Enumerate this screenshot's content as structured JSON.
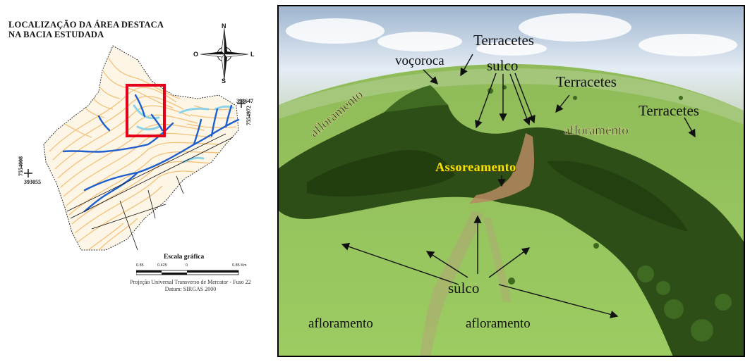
{
  "map": {
    "title_line1": "LOCALIZAÇÃO DA ÁREA DESTACA",
    "title_line2": "NA BACIA ESTUDADA",
    "compass": {
      "n": "N",
      "s": "S",
      "e": "L",
      "w": "O"
    },
    "coords": {
      "right_top": "398647",
      "right_side": "7554972",
      "left_side": "7554008",
      "left_bottom": "393055"
    },
    "scale": {
      "title": "Escala gráfica",
      "ticks": [
        "0.85",
        "0.425",
        "0",
        "0.85 Km"
      ]
    },
    "projection_line1": "Projeção Universal Transverso de Mercator - Fuso 22",
    "projection_line2": "Datum: SIRGAS 2000",
    "colors": {
      "contour": "#f2c27a",
      "river": "#1f5fcc",
      "stream": "#8fd3e8",
      "highlight": "#e4001b"
    }
  },
  "photo": {
    "labels": {
      "terracetes_top": "Terracetes",
      "vocoroca": "voçoroca",
      "sulco_top": "sulco",
      "terracetes_mid": "Terracetes",
      "terracetes_right": "Terracetes",
      "afloramento_left": "afloramento",
      "afloramento_mid": "afloramento",
      "assoreamento": "Assoreamento",
      "sulco_bottom": "sulco",
      "afloramento_bl": "afloramento",
      "afloramento_bc": "afloramento"
    },
    "colors": {
      "assoreamento": "#f4e300",
      "grass": "#8cc251",
      "forest": "#2d4f17",
      "sky": "#dfe8f2"
    }
  }
}
